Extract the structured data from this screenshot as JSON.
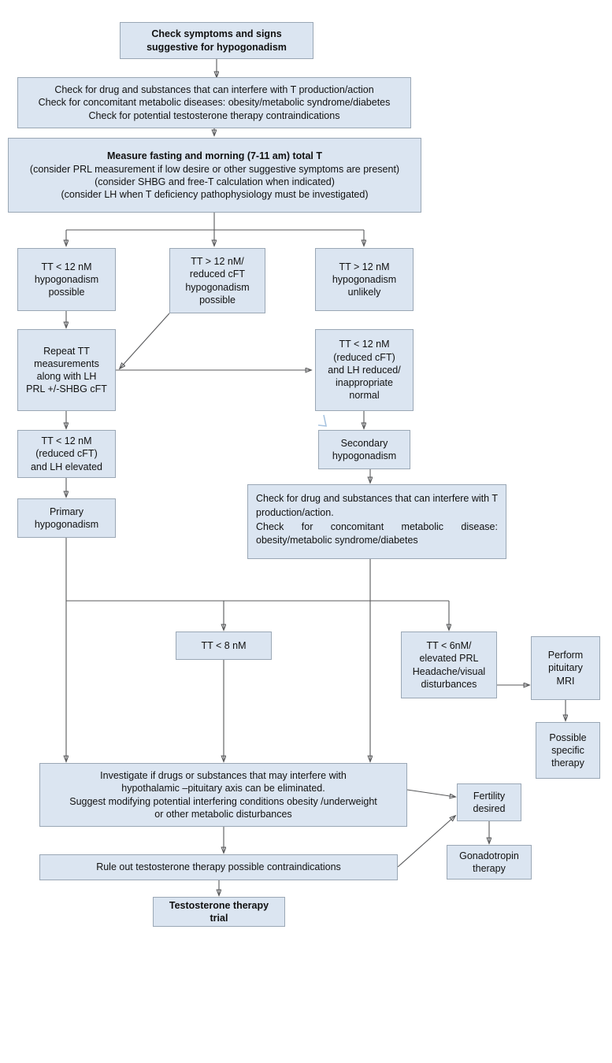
{
  "diagram": {
    "title": "Diagnostic and therapeutic flowchart for male hypogonadism",
    "fill_color": "#dbe5f1",
    "border_color": "#9aa7b5",
    "line_color": "#58595b",
    "background": "#ffffff"
  },
  "nodes": {
    "check_symptoms": "Check symptoms and signs\nsuggestive for hypogonadism",
    "check_drugs_top": "Check for drug and substances that can interfere with T production/action\nCheck for concomitant metabolic diseases: obesity/metabolic syndrome/diabetes\nCheck for potential testosterone therapy contraindications",
    "measure_total_t_title": "Measure fasting and morning (7-11 am) total T",
    "measure_total_t_lines": "(consider PRL measurement if low desire or other suggestive symptoms are present)\n(consider SHBG and free-T calculation when indicated)\n(consider LH when T deficiency pathophysiology must be investigated)",
    "tt_lt12_possible": "TT < 12 nM\nhypogonadism\npossible",
    "tt_gt12_reduced_cft": "TT > 12 nM/\nreduced cFT\nhypogonadism\npossible",
    "tt_gt12_unlikely": "TT > 12 nM\nhypogonadism\nunlikely",
    "repeat_tt": "Repeat TT\nmeasurements\nalong with LH\nPRL +/-SHBG cFT",
    "tt_lt12_lh_reduced": "TT < 12 nM\n(reduced cFT)\nand LH reduced/\ninappropriate\nnormal",
    "tt_lt12_lh_elevated": "TT < 12 nM\n(reduced cFT)\nand LH elevated",
    "primary_hypogonadism": "Primary\nhypogonadism",
    "secondary_hypogonadism": "Secondary\nhypogonadism",
    "check_drugs_secondary": "Check for drug and substances that can interfere with T production/action.\nCheck for concomitant metabolic disease: obesity/metabolic syndrome/diabetes",
    "tt_lt8": "TT < 8 nM",
    "tt_lt6_prl": "TT < 6nM/\nelevated PRL\nHeadache/visual\ndisturbances",
    "perform_mri": "Perform\npituitary\nMRI",
    "possible_specific_therapy": "Possible\nspecific\ntherapy",
    "investigate_drugs": "Investigate if drugs or substances that may interfere with\nhypothalamic –pituitary axis can be eliminated.\nSuggest modifying potential interfering conditions obesity /underweight\nor other metabolic disturbances",
    "rule_out": "Rule out  testosterone therapy possible contraindications",
    "testosterone_trial": "Testosterone therapy\ntrial",
    "fertility_desired": "Fertility\ndesired",
    "gonadotropin_therapy": "Gonadotropin\ntherapy"
  }
}
